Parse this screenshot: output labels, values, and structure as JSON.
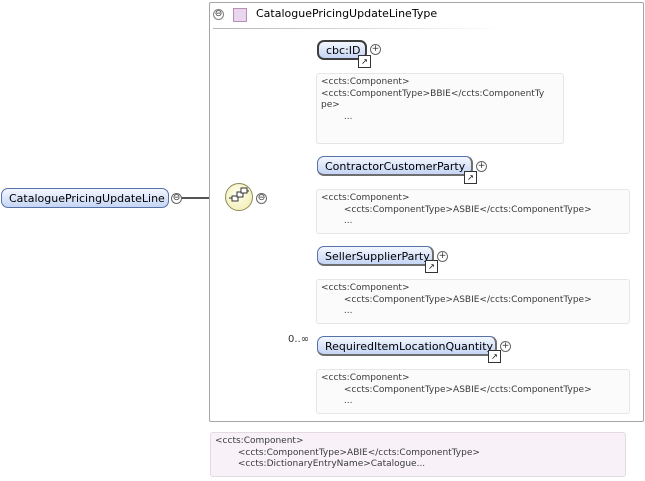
{
  "type_box": {
    "name": "CataloguePricingUpdateLineType"
  },
  "root_element": {
    "name": "CataloguePricingUpdateLine",
    "collapse_glyph": "⊖"
  },
  "sequence": {
    "icon": "sequence-compositor-icon",
    "collapse_glyph": "⊖"
  },
  "children": [
    {
      "name": "cbc:ID",
      "doc_lines": [
        "<ccts:Component>",
        "",
        "<ccts:ComponentType>BBIE</ccts:ComponentTy",
        "pe>",
        "        ..."
      ]
    },
    {
      "name": "ContractorCustomerParty",
      "doc_lines": [
        "<ccts:Component>",
        "        <ccts:ComponentType>ASBIE</ccts:ComponentType>",
        "        ..."
      ]
    },
    {
      "name": "SellerSupplierParty",
      "doc_lines": [
        "<ccts:Component>",
        "        <ccts:ComponentType>ASBIE</ccts:ComponentType>",
        "        ..."
      ]
    },
    {
      "name": "RequiredItemLocationQuantity",
      "occurrence": "0..∞",
      "doc_lines": [
        "<ccts:Component>",
        "        <ccts:ComponentType>ASBIE</ccts:ComponentType>",
        "        ..."
      ]
    }
  ],
  "type_doc_lines": [
    "<ccts:Component>",
    "        <ccts:ComponentType>ABIE</ccts:ComponentType>",
    "        <ccts:DictionaryEntryName>Catalogue..."
  ],
  "glyphs": {
    "plus": "+",
    "ref": "↗"
  }
}
